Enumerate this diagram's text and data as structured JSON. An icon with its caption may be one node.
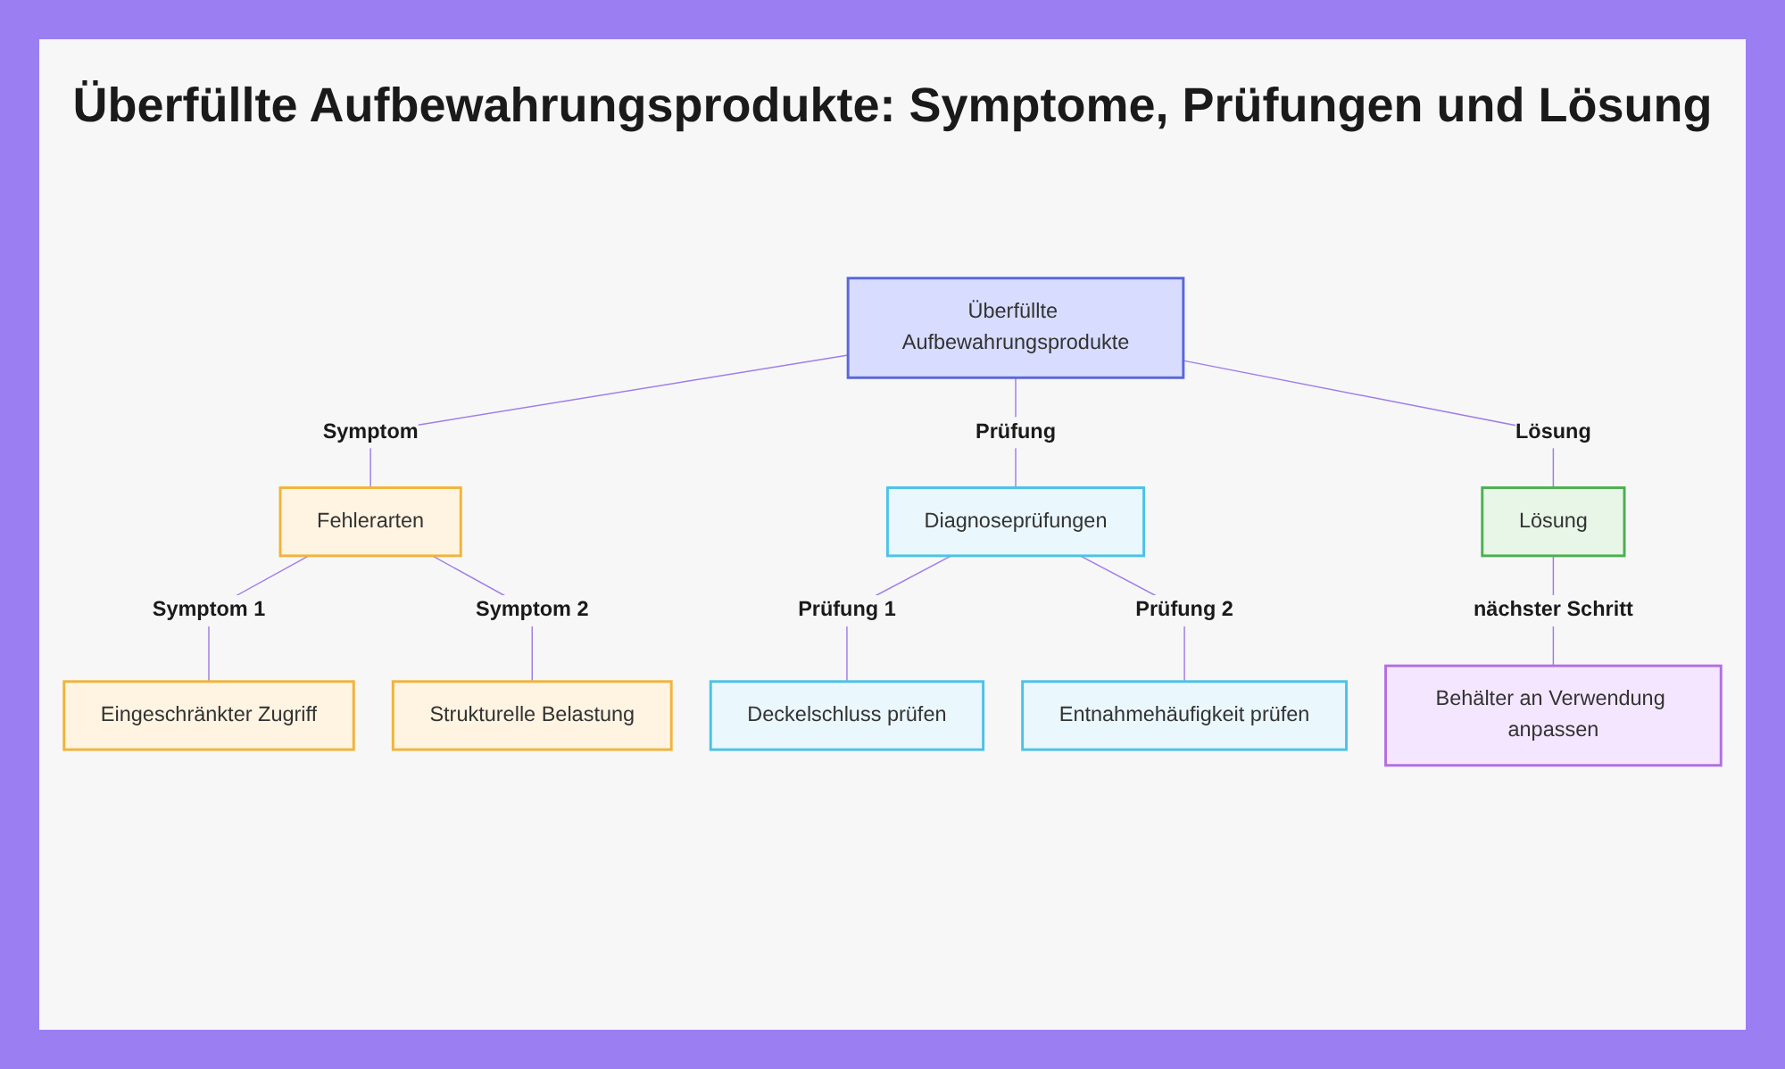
{
  "diagram": {
    "title": "Überfüllte Aufbewahrungsprodukte: Symptome, Prüfungen und Lösung",
    "nodes": [
      {
        "text": [
          "Überfüllte Aufbewahrungsprodukte"
        ]
      },
      {
        "text": [
          "Fehlerarten"
        ]
      },
      {
        "text": [
          "Diagnoseprüfungen"
        ]
      },
      {
        "text": [
          "Lösung"
        ]
      },
      {
        "text": [
          "Eingeschränkter Zugriff"
        ]
      },
      {
        "text": [
          "Strukturelle Belastung"
        ]
      },
      {
        "text": [
          "Deckelschluss prüfen"
        ]
      },
      {
        "text": [
          "Entnahmehäufigkeit prüfen"
        ]
      },
      {
        "text": [
          "Behälter an Verwendung anpassen"
        ]
      }
    ],
    "edges": [
      {
        "from": 0,
        "to": 1,
        "arrow": "none",
        "label": "Symptom"
      },
      {
        "from": 0,
        "to": 2,
        "arrow": "none",
        "label": "Prüfung"
      },
      {
        "from": 0,
        "to": 3,
        "arrow": "none",
        "label": "Lösung"
      },
      {
        "from": 1,
        "to": 4,
        "arrow": "none",
        "label": "Symptom 1"
      },
      {
        "from": 1,
        "to": 5,
        "arrow": "none",
        "label": "Symptom 2"
      },
      {
        "from": 2,
        "to": 6,
        "arrow": "none",
        "label": "Prüfung 1"
      },
      {
        "from": 2,
        "to": 7,
        "arrow": "none",
        "label": "Prüfung 2"
      },
      {
        "from": 3,
        "to": 8,
        "arrow": "none",
        "label": "nächster Schritt"
      }
    ]
  }
}
